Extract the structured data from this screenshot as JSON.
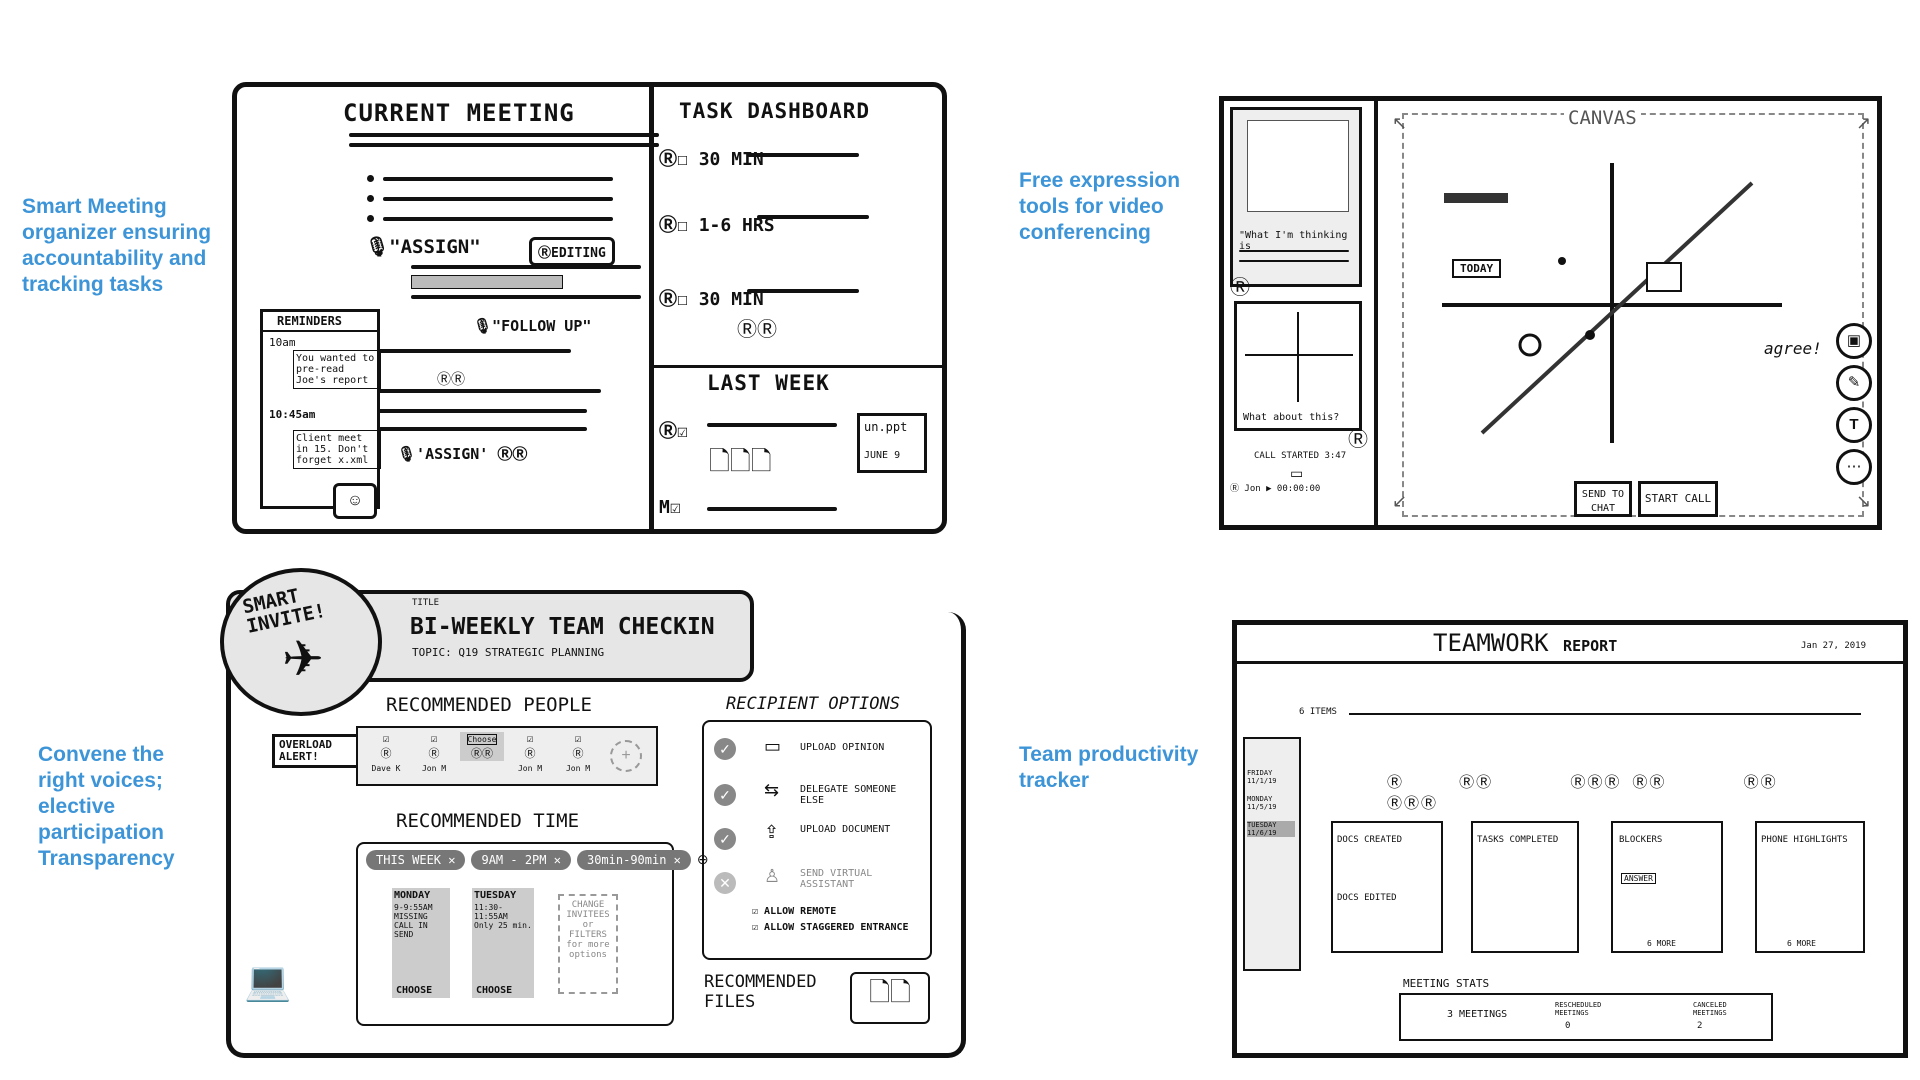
{
  "captions": {
    "smart_meeting": "Smart Meeting organizer ensuring accountability and tracking tasks",
    "free_expression": "Free expression tools for video conferencing",
    "convene": "Convene the right voices; elective participation Transparency",
    "productivity": "Team productivity tracker"
  },
  "meeting": {
    "current_title": "CURRENT MEETING",
    "assign_1": "\"ASSIGN\"",
    "editing": "EDITING",
    "follow_up": "\"FOLLOW UP\"",
    "assign_2": "'ASSIGN'",
    "reminders_title": "REMINDERS",
    "time_1": "10am",
    "note_1": "You wanted to pre-read Joe's report",
    "time_2": "10:45am",
    "note_2": "Client meet in 15. Don't forget x.xml",
    "task_title": "TASK DASHBOARD",
    "task_1": "30 MIN",
    "task_2": "1-6 HRS",
    "task_3": "30 MIN",
    "last_week_title": "LAST WEEK",
    "file_name": "un.ppt",
    "file_date": "JUNE 9"
  },
  "canvas": {
    "title": "CANVAS",
    "today_label": "TODAY",
    "agree_label": "agree!",
    "speech_1": "\"What I'm thinking is",
    "speech_2": "What about this?",
    "call_started": "CALL STARTED 3:47",
    "send_to_chat": "SEND TO CHAT",
    "start_call": "START CALL",
    "icons": [
      "image-icon",
      "pencil-icon",
      "text-icon",
      "more-icon"
    ]
  },
  "invite": {
    "badge": "SMART INVITE!",
    "title_label": "TITLE",
    "title": "BI-WEEKLY TEAM CHECKIN",
    "topic_label": "TOPIC:",
    "topic": "Q19 STRATEGIC PLANNING",
    "rec_people_title": "RECOMMENDED PEOPLE",
    "overload": "OVERLOAD ALERT!",
    "people": [
      "Dave K",
      "Jon M",
      "Choose",
      "Jon M",
      "Jon M"
    ],
    "rec_time_title": "RECOMMENDED TIME",
    "filters": [
      "THIS WEEK ✕",
      "9AM - 2PM ✕",
      "30min-90min ✕"
    ],
    "slot_1_day": "MONDAY",
    "slot_1_time": "9-9:55AM",
    "slot_1_notes": [
      "MISSING",
      "CALL IN",
      "SEND"
    ],
    "slot_2_day": "TUESDAY",
    "slot_2_time": "11:30-11:55AM",
    "slot_2_notes": [
      "Only 25 min."
    ],
    "choose": "CHOOSE",
    "change_note": "CHANGE INVITEES or FILTERS for more options",
    "recipient_title": "RECIPIENT OPTIONS",
    "options": [
      "UPLOAD OPINION",
      "DELEGATE SOMEONE ELSE",
      "UPLOAD DOCUMENT",
      "SEND VIRTUAL ASSISTANT"
    ],
    "allow_remote": "ALLOW REMOTE",
    "allow_staggered": "ALLOW STAGGERED ENTRANCE",
    "rec_files_title": "RECOMMENDED FILES"
  },
  "report": {
    "title": "TEAMWORK",
    "title_suffix": "REPORT",
    "date": "Jan 27, 2019",
    "items_label": "6 ITEMS",
    "days": [
      "FRIDAY 11/1/19",
      "MONDAY 11/5/19",
      "TUESDAY 11/6/19"
    ],
    "cards": [
      {
        "title": "DOCS CREATED",
        "sub": "DOCS EDITED"
      },
      {
        "title": "TASKS COMPLETED",
        "sub": ""
      },
      {
        "title": "BLOCKERS",
        "sub": "ANSWER",
        "more": "6 MORE"
      },
      {
        "title": "PHONE HIGHLIGHTS",
        "sub": "",
        "more": "6 MORE"
      }
    ],
    "stats_title": "MEETING STATS",
    "stat_1": "3 MEETINGS",
    "stat_2": "RESCHEDULED MEETINGS",
    "stat_2_value": "0",
    "stat_3": "CANCELED MEETINGS",
    "stat_3_value": "2"
  }
}
